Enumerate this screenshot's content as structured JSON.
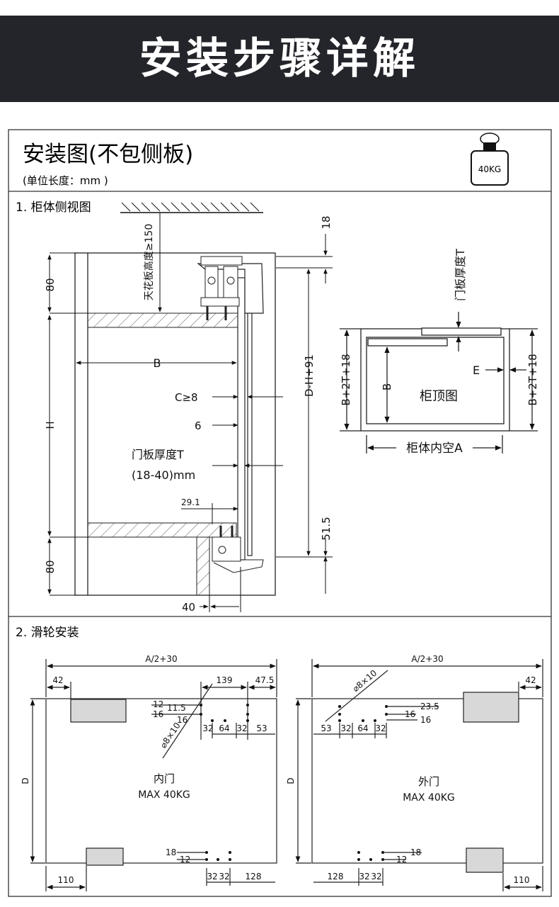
{
  "header": {
    "title": "安装步骤详解"
  },
  "panel": {
    "title": "安装图(不包侧板)",
    "unit": "(单位长度：mm )",
    "weight_badge": "40KG"
  },
  "section1": {
    "title": "1. 柜体侧视图",
    "ceiling": "天花板高度≥150",
    "dim_18": "18",
    "dim_80_top": "80",
    "dim_H": "H",
    "dim_80_bottom": "80",
    "dim_B": "B",
    "dim_C": "C≥8",
    "dim_6": "6",
    "door_thickness": "门板厚度T",
    "door_range": "(18-40)mm",
    "dim_29_1": "29.1",
    "dim_D": "D-H+91",
    "dim_51_5": "51.5",
    "dim_40": "40"
  },
  "top_view": {
    "door_thickness": "门板厚度T",
    "left_dim": "B+2T+18",
    "right_dim": "B+2T+18",
    "dim_B": "B",
    "label": "柜顶图",
    "dim_E": "E",
    "bottom_dim": "柜体内空A"
  },
  "section2": {
    "title": "2. 滑轮安装",
    "inner": {
      "dim_total": "A/2+30",
      "dim_42": "42",
      "dim_139": "139",
      "dim_47_5": "47.5",
      "dim_12": "12",
      "dim_11_5": "11.5",
      "dim_16a": "16",
      "dim_16b": "16",
      "hole_dia": "⌀8×10",
      "seg_32a": "32",
      "seg_64": "64",
      "seg_32b": "32",
      "seg_53": "53",
      "name": "内门",
      "max": "MAX 40KG",
      "dim_D": "D",
      "dim_18": "18",
      "dim_12b": "12",
      "bot_32a": "32",
      "bot_32b": "32",
      "bot_128": "128",
      "dim_110": "110"
    },
    "outer": {
      "dim_total": "A/2+30",
      "dim_42": "42",
      "hole_dia": "⌀8×10",
      "dim_23_5": "23.5",
      "dim_16a": "16",
      "dim_16b": "16",
      "seg_53": "53",
      "seg_32a": "32",
      "seg_64": "64",
      "seg_32b": "32",
      "name": "外门",
      "max": "MAX 40KG",
      "dim_D": "D",
      "dim_18": "18",
      "dim_12": "12",
      "bot_128": "128",
      "bot_32a": "32",
      "bot_32b": "32",
      "dim_110": "110"
    }
  }
}
